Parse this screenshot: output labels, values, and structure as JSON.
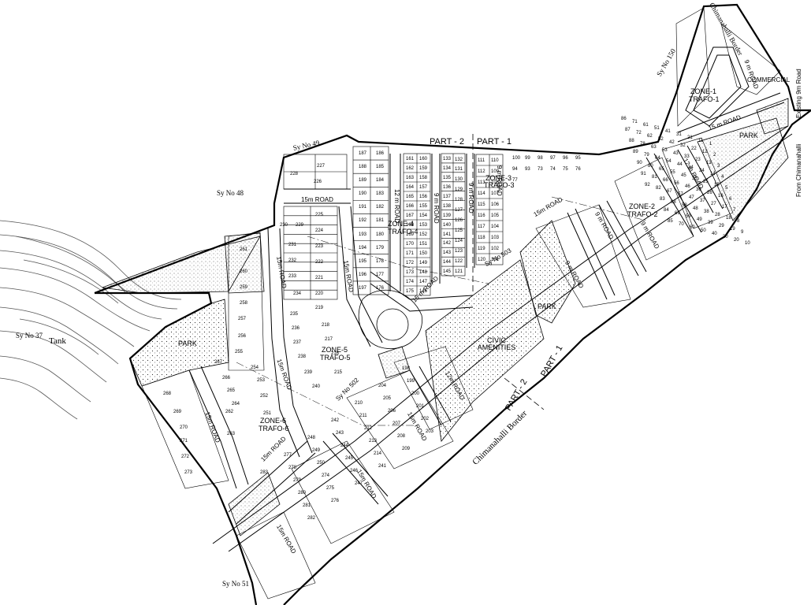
{
  "map": {
    "survey_labels": {
      "sy49": "Sy No 49",
      "sy48": "Sy No 48",
      "sy37": "Sy No 37",
      "sy51": "Sy No 51",
      "sy150": "Sy No 150",
      "sy502": "Sy No 502",
      "sy503": "Sy No 503"
    },
    "water": {
      "tank": "Tank"
    },
    "parts": {
      "part2_top": "PART - 2",
      "part1_top": "PART - 1",
      "part2_bottom": "PART - 2",
      "part1_bottom": "PART - 1"
    },
    "borders": {
      "chimanahalli_border_main": "Chimanahalli Border",
      "chimanahalli_border_top": "Chimanahalli Border"
    },
    "areas": {
      "park_left": "PARK",
      "park_mid": "PARK",
      "park_right": "PARK",
      "civic_amenities": "CIVIC AMENITIES",
      "commercial": "COMMERCIAL"
    },
    "zones": {
      "zone1": "ZONE-1",
      "trafo1": "TRAFO-1",
      "zone2": "ZONE-2",
      "trafo2": "TRAFO-2",
      "zone3": "ZONE-3",
      "trafo3": "TRAFO-3",
      "zone4": "ZONE-4",
      "trafo4": "TRAFO-4",
      "zone5": "ZONE-5",
      "trafo5": "TRAFO-5",
      "zone6": "ZONE-6",
      "trafo6": "TRAFO-6"
    },
    "roads": {
      "r15_top": "15m ROAD",
      "r12_vert": "12 m ROAD",
      "r9_vert_a": "9 m ROAD",
      "r9_vert_b": "9 m ROAD",
      "r9_vert_c": "9 m ROAD",
      "r15_right": "15m ROAD",
      "r15_diag": "15 m ROAD",
      "r15_left_a": "15m ROAD",
      "r15_left_b": "15m ROAD",
      "r15_mid": "15m ROAD",
      "r15_low_a": "15m ROAD",
      "r15_low_b": "15m ROAD",
      "r15_low_c": "15m ROAD",
      "r12_right": "12 m ROAD",
      "r9_right_a": "9 m ROAD",
      "r9_right_b": "9 m ROAD",
      "r9_right_c": "9 m ROAD",
      "r12_mid": "12m ROAD",
      "r15_mid_b": "15m ROAD",
      "r15_arc": "15m ROAD",
      "r9_top": "9 m ROAD",
      "r15m_cross": "15 m ROAD",
      "existing_9m": "Existing 9m Road",
      "from_chimanahalli": "From Chimanahalli"
    },
    "plots": {
      "p_tl": [
        "227",
        "226",
        "228",
        "225",
        "224",
        "230",
        "229",
        "223",
        "231",
        "222",
        "232",
        "221",
        "233",
        "220",
        "234",
        "219",
        "235",
        "218",
        "236",
        "217",
        "237",
        "216",
        "238",
        "215",
        "239",
        "240"
      ],
      "p_left": [
        "261",
        "260",
        "259",
        "258",
        "257",
        "256",
        "255",
        "254",
        "253",
        "252",
        "251",
        "262",
        "263",
        "264",
        "265",
        "266",
        "267",
        "268",
        "269",
        "270",
        "271",
        "272",
        "273"
      ],
      "p_colA": [
        "187",
        "188",
        "189",
        "190",
        "191",
        "192",
        "193",
        "194",
        "195",
        "196",
        "197",
        "186",
        "185",
        "184",
        "183",
        "182",
        "181",
        "180",
        "179",
        "178",
        "177",
        "176"
      ],
      "p_colB": [
        "161",
        "162",
        "163",
        "164",
        "165",
        "166",
        "167",
        "168",
        "169",
        "170",
        "171",
        "172",
        "173",
        "174",
        "175",
        "160",
        "159",
        "158",
        "157",
        "156",
        "155",
        "154",
        "153",
        "152",
        "151",
        "150",
        "149",
        "148",
        "147",
        "146"
      ],
      "p_colC": [
        "133",
        "134",
        "135",
        "136",
        "137",
        "138",
        "139",
        "140",
        "141",
        "142",
        "143",
        "144",
        "145",
        "132",
        "131",
        "130",
        "129",
        "128",
        "127",
        "126",
        "125",
        "124",
        "123",
        "122",
        "121"
      ],
      "p_colD": [
        "111",
        "112",
        "113",
        "114",
        "115",
        "116",
        "117",
        "118",
        "119",
        "120",
        "110",
        "109",
        "108",
        "107",
        "106",
        "105",
        "104",
        "103",
        "102",
        "101",
        "100",
        "99",
        "98",
        "97",
        "96",
        "95",
        "94",
        "93",
        "73",
        "74",
        "75",
        "76",
        "77"
      ],
      "p_right": [
        "1",
        "2",
        "3",
        "4",
        "5",
        "6",
        "7",
        "8",
        "9",
        "10",
        "11",
        "12",
        "13",
        "14",
        "15",
        "16",
        "17",
        "18",
        "19",
        "20",
        "21",
        "22",
        "23",
        "24",
        "25",
        "26",
        "27",
        "28",
        "29",
        "30",
        "31",
        "32",
        "33",
        "34",
        "35",
        "36",
        "37",
        "38",
        "39",
        "40",
        "41",
        "42",
        "43",
        "44",
        "45",
        "46",
        "47",
        "48",
        "49",
        "50",
        "51",
        "52",
        "53",
        "54",
        "55",
        "56",
        "57",
        "58",
        "59",
        "60",
        "61",
        "62",
        "63",
        "64",
        "65",
        "66",
        "67",
        "68",
        "69",
        "70",
        "71",
        "72",
        "78",
        "79",
        "80",
        "81",
        "82",
        "83",
        "84",
        "85",
        "86",
        "87",
        "88",
        "89",
        "90",
        "91",
        "92"
      ],
      "p_mid": [
        "198",
        "199",
        "200",
        "201",
        "202",
        "203",
        "204",
        "205",
        "206",
        "207",
        "208",
        "209",
        "210",
        "211",
        "212",
        "213",
        "214",
        "241",
        "242",
        "243",
        "244",
        "245",
        "246",
        "247",
        "248",
        "249",
        "250",
        "274",
        "275",
        "276",
        "277",
        "278",
        "279",
        "280",
        "281",
        "282",
        "283"
      ]
    }
  }
}
